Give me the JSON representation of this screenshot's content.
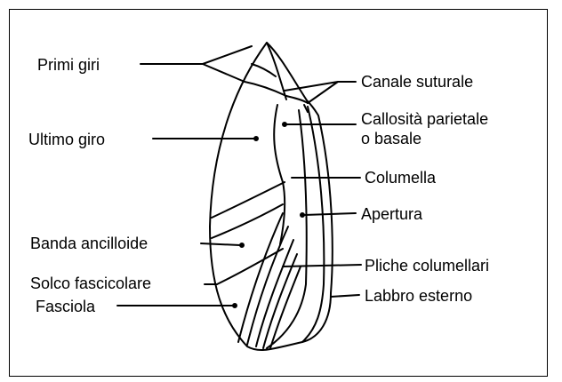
{
  "title": "",
  "labels": {
    "primi_giri": "Primi giri",
    "ultimo_giro": "Ultimo giro",
    "banda_ancilloide": "Banda ancilloide",
    "solco_fascicolare": "Solco fascicolare",
    "fasciola": "Fasciola",
    "canale_suturale": "Canale suturale",
    "callosita_line1": "Callosità parietale",
    "callosita_line2": "o basale",
    "columella": "Columella",
    "apertura": "Apertura",
    "pliche_columellari": "Pliche columellari",
    "labbro_esterno": "Labbro esterno"
  }
}
